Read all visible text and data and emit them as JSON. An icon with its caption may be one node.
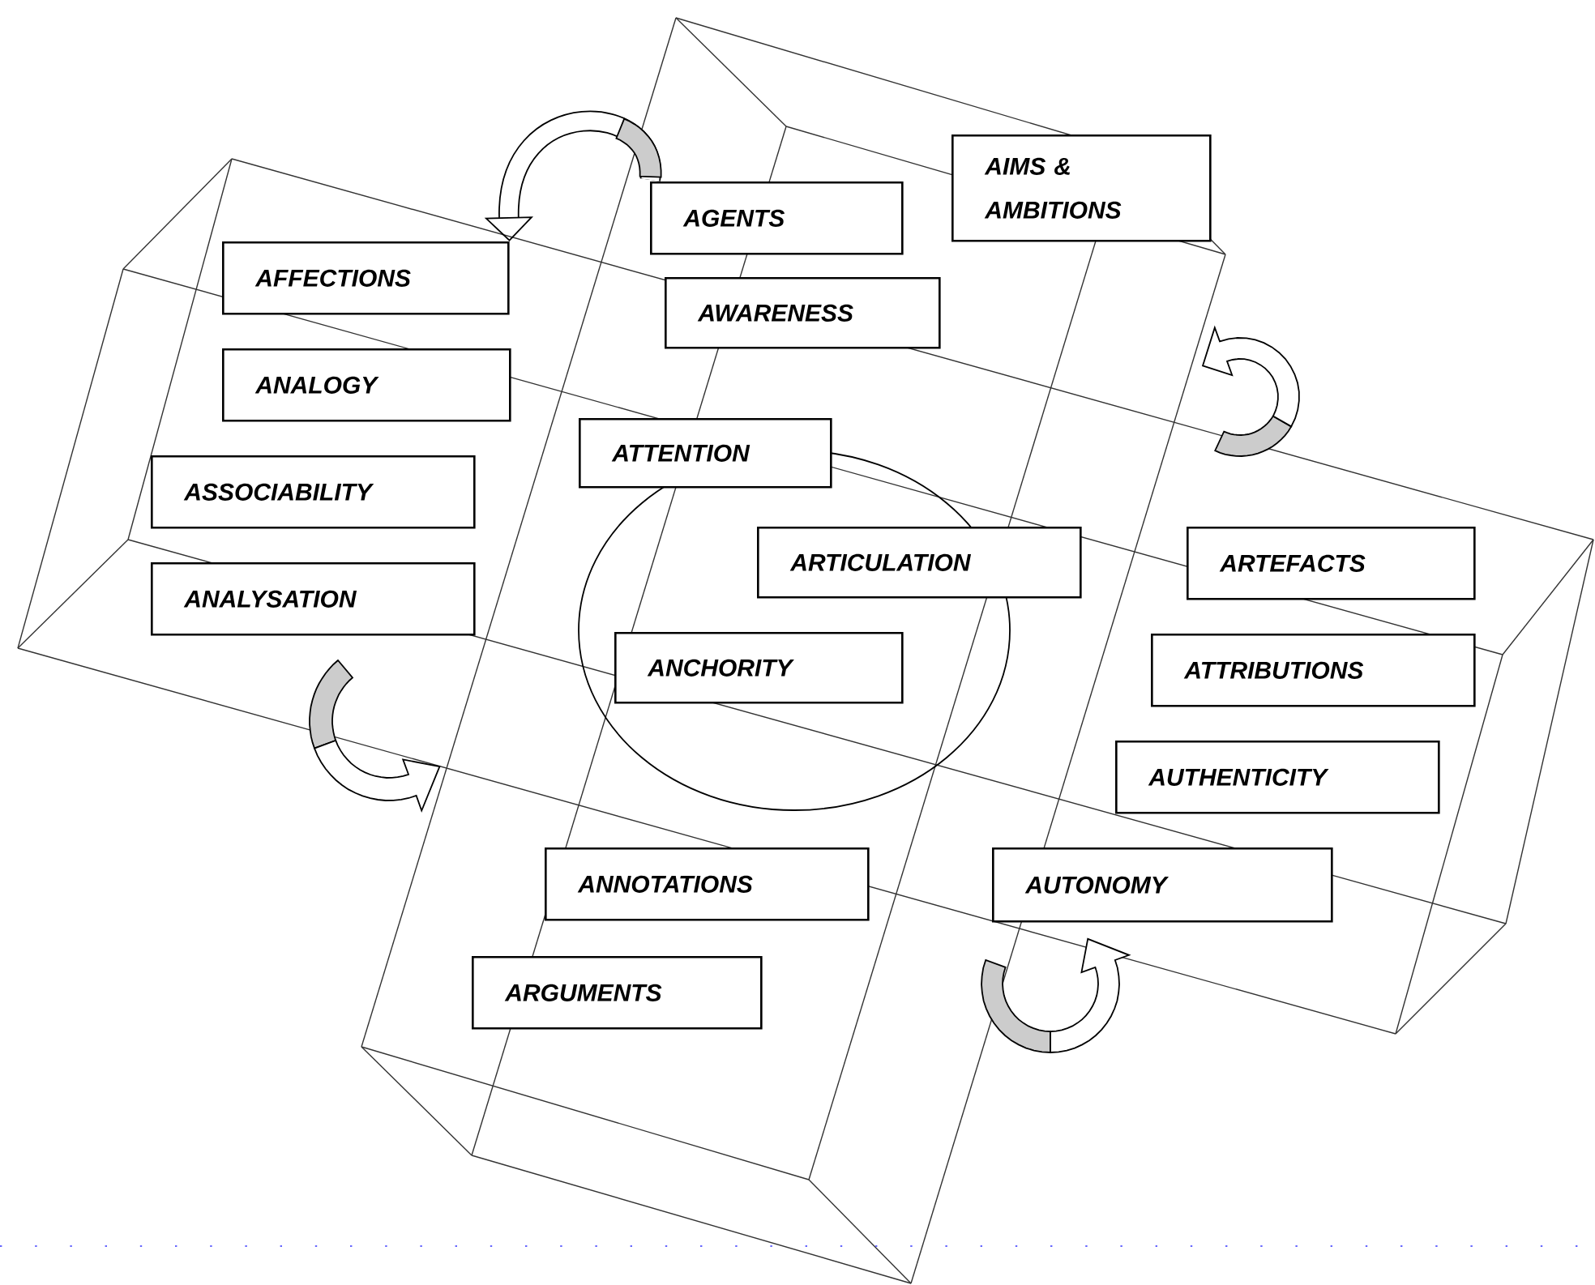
{
  "diagram": {
    "nodes": [
      {
        "text": [
          "AIMS & AMBITIONS"
        ]
      },
      {
        "text": [
          "AGENTS"
        ]
      },
      {
        "text": [
          "AFFECTIONS"
        ]
      },
      {
        "text": [
          "AWARENESS"
        ]
      },
      {
        "text": [
          "ANALOGY"
        ]
      },
      {
        "text": [
          "ATTENTION"
        ]
      },
      {
        "text": [
          "ASSOCIABILITY"
        ]
      },
      {
        "text": [
          "ARTICULATION"
        ]
      },
      {
        "text": [
          "ARTEFACTS"
        ]
      },
      {
        "text": [
          "ANALYSATION"
        ]
      },
      {
        "text": [
          "ANCHORITY"
        ]
      },
      {
        "text": [
          "ATTRIBUTIONS"
        ]
      },
      {
        "text": [
          "AUTHENTICITY"
        ]
      },
      {
        "text": [
          "ANNOTATIONS"
        ]
      },
      {
        "text": [
          "AUTONOMY"
        ]
      },
      {
        "text": [
          "ARGUMENTS"
        ]
      }
    ],
    "edges": [
      {
        "from": 1,
        "to": 2,
        "arrow": "to"
      }
    ]
  }
}
